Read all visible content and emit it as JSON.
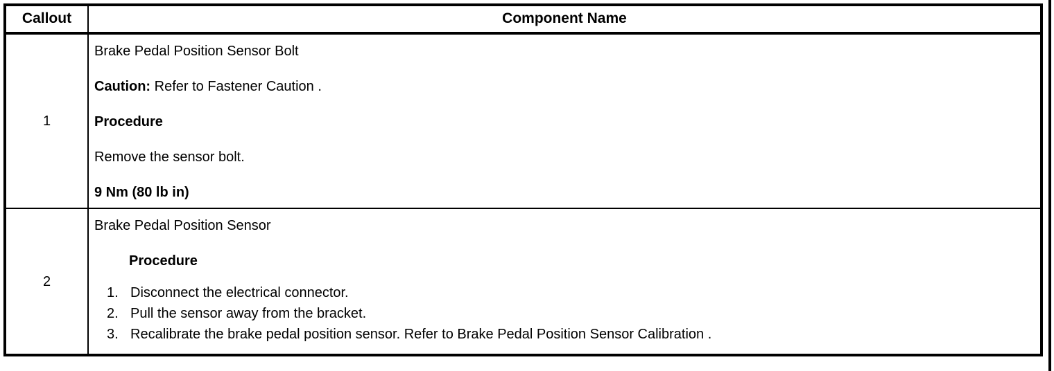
{
  "table": {
    "headers": {
      "callout": "Callout",
      "component_name": "Component Name"
    },
    "rows": [
      {
        "callout": "1",
        "title": "Brake Pedal Position Sensor Bolt",
        "caution_label": "Caution:",
        "caution_text": " Refer to Fastener Caution .",
        "procedure_heading": "Procedure",
        "procedure_text": "Remove the sensor bolt.",
        "torque": "9 Nm (80 lb in)"
      },
      {
        "callout": "2",
        "title": "Brake Pedal Position Sensor",
        "procedure_heading": "Procedure",
        "steps": [
          {
            "num": "1.",
            "text": "Disconnect the electrical connector."
          },
          {
            "num": "2.",
            "text": "Pull the sensor away from the bracket."
          },
          {
            "num": "3.",
            "text": "Recalibrate the brake pedal position sensor. Refer to Brake Pedal Position Sensor Calibration ."
          }
        ]
      }
    ]
  },
  "colors": {
    "border": "#000000",
    "text": "#000000",
    "background": "#ffffff"
  }
}
